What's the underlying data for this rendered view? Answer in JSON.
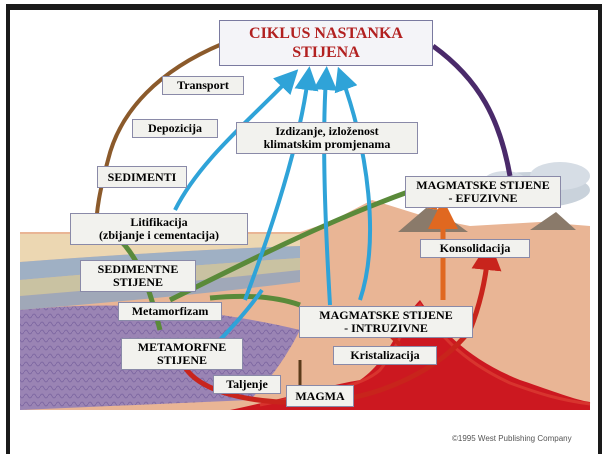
{
  "title_line1": "CIKLUS NASTANKA",
  "title_line2": "STIJENA",
  "labels": {
    "transport": "Transport",
    "depozicija": "Depozicija",
    "sedimenti": "SEDIMENTI",
    "litifikacija_1": "Litifikacija",
    "litifikacija_2": "(zbijanje i cementacija)",
    "sedimentne_1": "SEDIMENTNE",
    "sedimentne_2": "STIJENE",
    "metamorfizam": "Metamorfizam",
    "metamorfne_1": "METAMORFNE",
    "metamorfne_2": "STIJENE",
    "taljenje": "Taljenje",
    "magma": "MAGMA",
    "kristalizacija": "Kristalizacija",
    "intruzivne_1": "MAGMATSKE STIJENE",
    "intruzivne_2": "- INTRUZIVNE",
    "efuzivne_1": "MAGMATSKE STIJENE",
    "efuzivne_2": "- EFUZIVNE",
    "konsolidacija": "Konsolidacija",
    "izdizanje_1": "Izdizanje, izloženost",
    "izdizanje_2": "klimatskim promjenama"
  },
  "credit": "©1995 West Publishing Company",
  "colors": {
    "title_text": "#b22020",
    "arrow_blue": "#2fa3d8",
    "arrow_brown": "#8b5a2b",
    "arrow_purple": "#4a2a6a",
    "arrow_green": "#5a8a3a",
    "arrow_red": "#c8241c",
    "arrow_orange": "#e06820",
    "ground": "#e9b595",
    "magma": "#c8141c"
  }
}
